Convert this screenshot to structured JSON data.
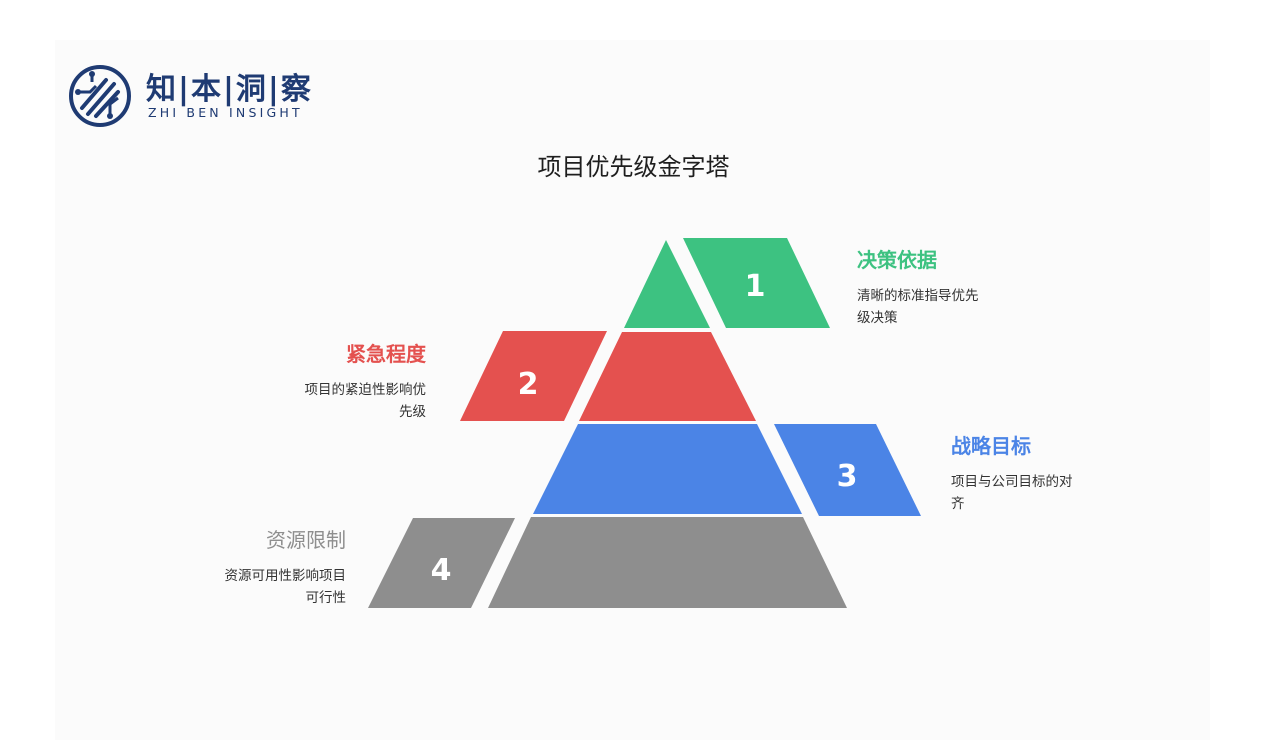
{
  "logo": {
    "name_cn": "知|本|洞|察",
    "name_en": "ZHI BEN INSIGHT"
  },
  "title": "项目优先级金字塔",
  "colors": {
    "level1": "#3dc281",
    "level2": "#e4514f",
    "level3": "#4b84e6",
    "level4": "#8e8e8e",
    "brand": "#1f3b73"
  },
  "levels": [
    {
      "number": "1",
      "heading": "决策依据",
      "desc_line1": "清晰的标准指导优先",
      "desc_line2": "级决策"
    },
    {
      "number": "2",
      "heading": "紧急程度",
      "desc_line1": "项目的紧迫性影响优",
      "desc_line2": "先级"
    },
    {
      "number": "3",
      "heading": "战略目标",
      "desc_line1": "项目与公司目标的对",
      "desc_line2": "齐"
    },
    {
      "number": "4",
      "heading": "资源限制",
      "desc_line1": "资源可用性影响项目",
      "desc_line2": "可行性"
    }
  ]
}
